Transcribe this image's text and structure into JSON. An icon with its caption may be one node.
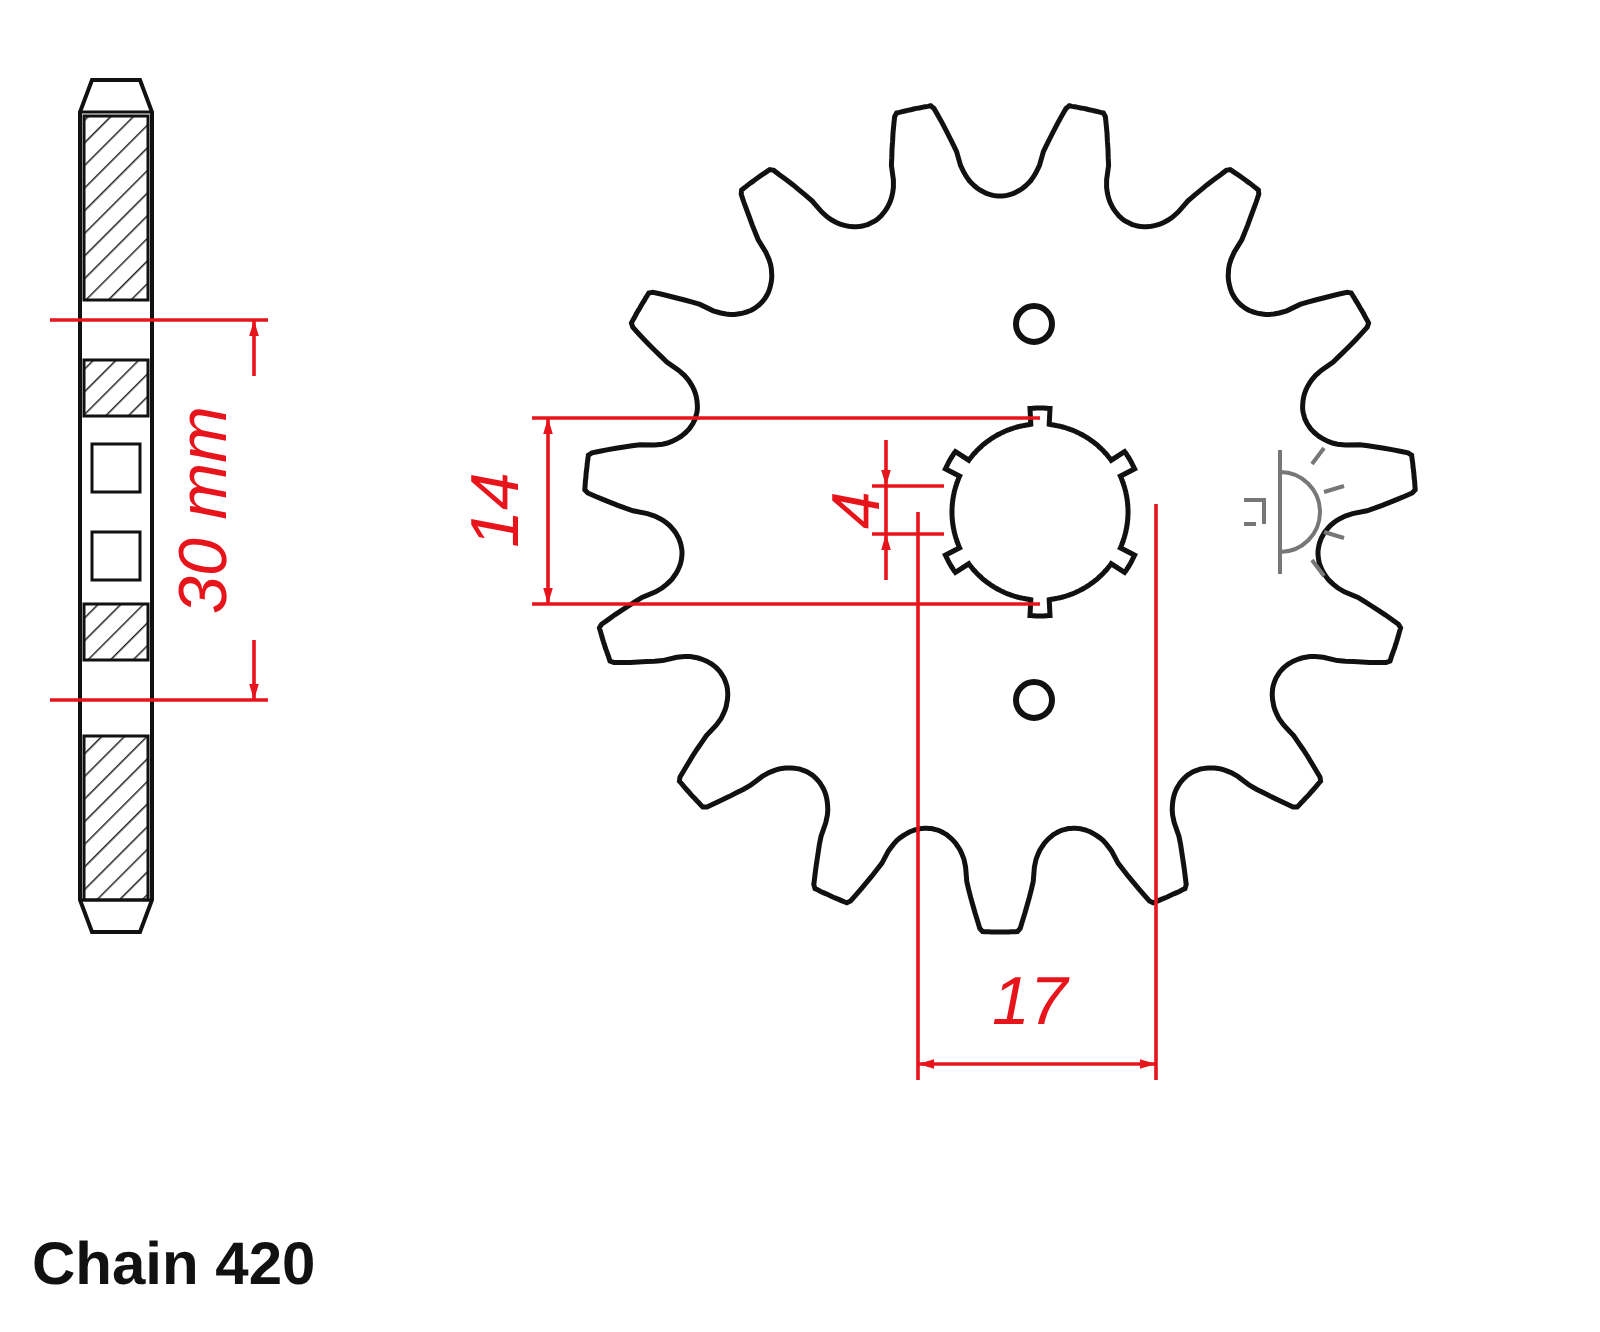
{
  "diagram": {
    "labels": [
      "30 mm",
      "14",
      "4",
      "17",
      "Chain 420"
    ]
  }
}
